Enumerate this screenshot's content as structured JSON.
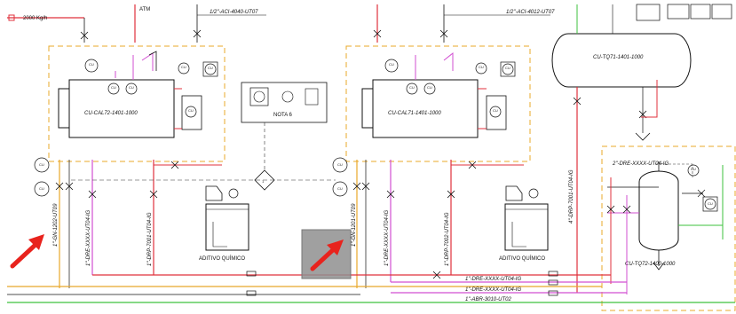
{
  "header": {
    "flow_rate": "2000 Kg/h"
  },
  "line_labels": {
    "top_center": "1/2\"-ACI-4040-UT07",
    "top_right": "1/2\"-ACI-4012-UT07",
    "atm": "ATM",
    "left_riser": "1\"-GN-1202-UT09",
    "left_pink": "1\"-DRE-XXXX-UT04-IG",
    "left_red": "1\"-DRP-7001-UT04-IG",
    "mid_riser": "1\"-GN-1201-UT09",
    "mid_pink": "1\"-DRE-XXXX-UT04-IG",
    "mid_red": "1\"-DRP-7002-UT04-IG",
    "tank_line": "4\"-DRP-7001-UT04-IG",
    "bottom_1": "1\"-DRE-XXXX-UT04-IG",
    "bottom_2": "1\"-DRE-XXXX-UT04-IG",
    "bottom_3": "1\"-ABR-3010-UT02",
    "tank2_top": "2\"-DRE-XXXX-UT04-IG"
  },
  "equipment": {
    "boiler_left": "CU-CAL72-1401-1000",
    "boiler_right": "CU-CAL71-1401-1000",
    "tank_top": "CU-TQ71-1401-1000",
    "tank_right": "CU-TQ72-1400-1000",
    "note": "NOTA 6",
    "additive_left": "ADITIVO QUÍMICO",
    "additive_right": "ADITIVO QUÍMICO"
  },
  "instrument_tag": "CU",
  "colors": {
    "red_line": "#e0313c",
    "pink_line": "#d24fd2",
    "yellow_line": "#e8a82a",
    "green_line": "#3ec23e",
    "arrow": "#e8231d",
    "highlight": "#8f8f8f"
  }
}
